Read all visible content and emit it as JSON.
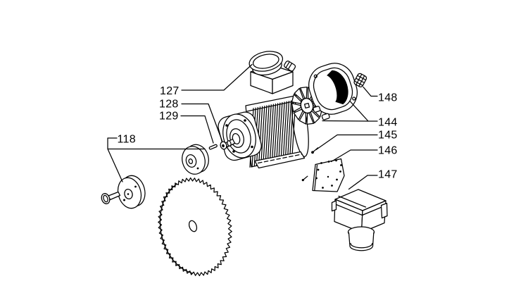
{
  "figure": {
    "background_color": "#ffffff",
    "line_color": "#000000",
    "labels": {
      "l118": "118",
      "l127": "127",
      "l128": "128",
      "l129": "129",
      "l144": "144",
      "l145": "145",
      "l146": "146",
      "l147": "147",
      "l148": "148"
    }
  }
}
